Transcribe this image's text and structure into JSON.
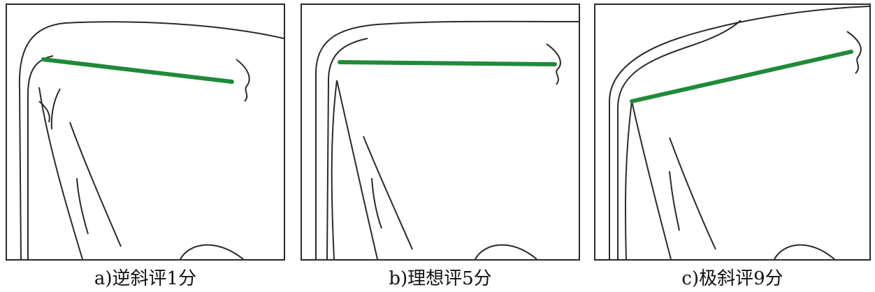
{
  "panels": [
    {
      "caption": "a)逆斜评1分"
    },
    {
      "caption": "b)理想评5分"
    },
    {
      "caption": "c)极斜评9分"
    }
  ],
  "colors": {
    "outline": "#2a2a2a",
    "slope_line": "#1f8a3a"
  }
}
